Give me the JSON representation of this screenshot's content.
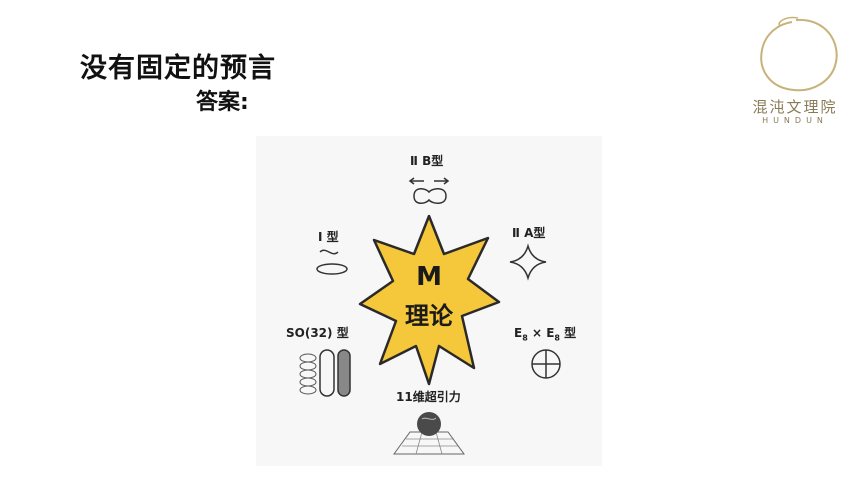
{
  "slide": {
    "title": "没有固定的预言",
    "subtitle": "答案:"
  },
  "logo": {
    "name_cn": "混沌文理院",
    "name_en": "HUNDUN"
  },
  "diagram": {
    "center": {
      "line1": "M",
      "line2": "理论"
    },
    "labels": {
      "iib": "Ⅱ B型",
      "i": "Ⅰ 型",
      "iia": "Ⅱ A型",
      "so32": "SO(32) 型",
      "e8_left": "E",
      "e8_sub1": "8",
      "e8_mid": " × E",
      "e8_sub2": "8",
      "e8_right": " 型",
      "sugra": "11维超引力"
    },
    "colors": {
      "star": "#f5c73a",
      "star_stroke": "#2a2a2a"
    }
  }
}
